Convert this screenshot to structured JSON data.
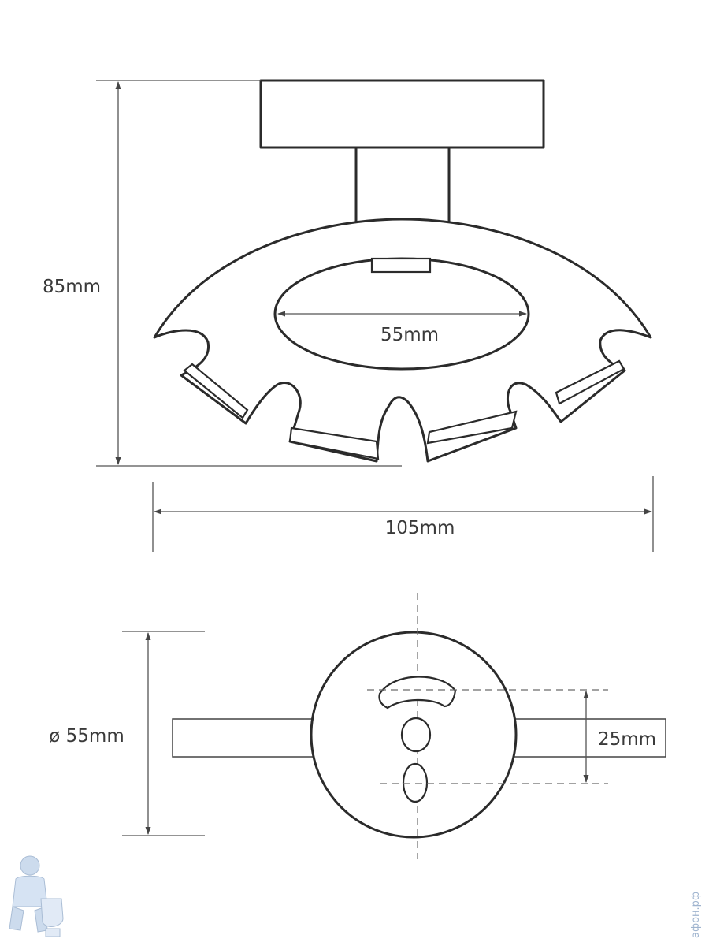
{
  "dimensions": {
    "height": "85mm",
    "width": "105mm",
    "inner_opening": "55mm",
    "diameter": "ø 55mm",
    "hole_spacing": "25mm"
  },
  "watermark": {
    "text": "афон.рф"
  },
  "colors": {
    "line": "#2b2b2b",
    "dimension": "#555555",
    "watermark": "#9fb4cf"
  }
}
